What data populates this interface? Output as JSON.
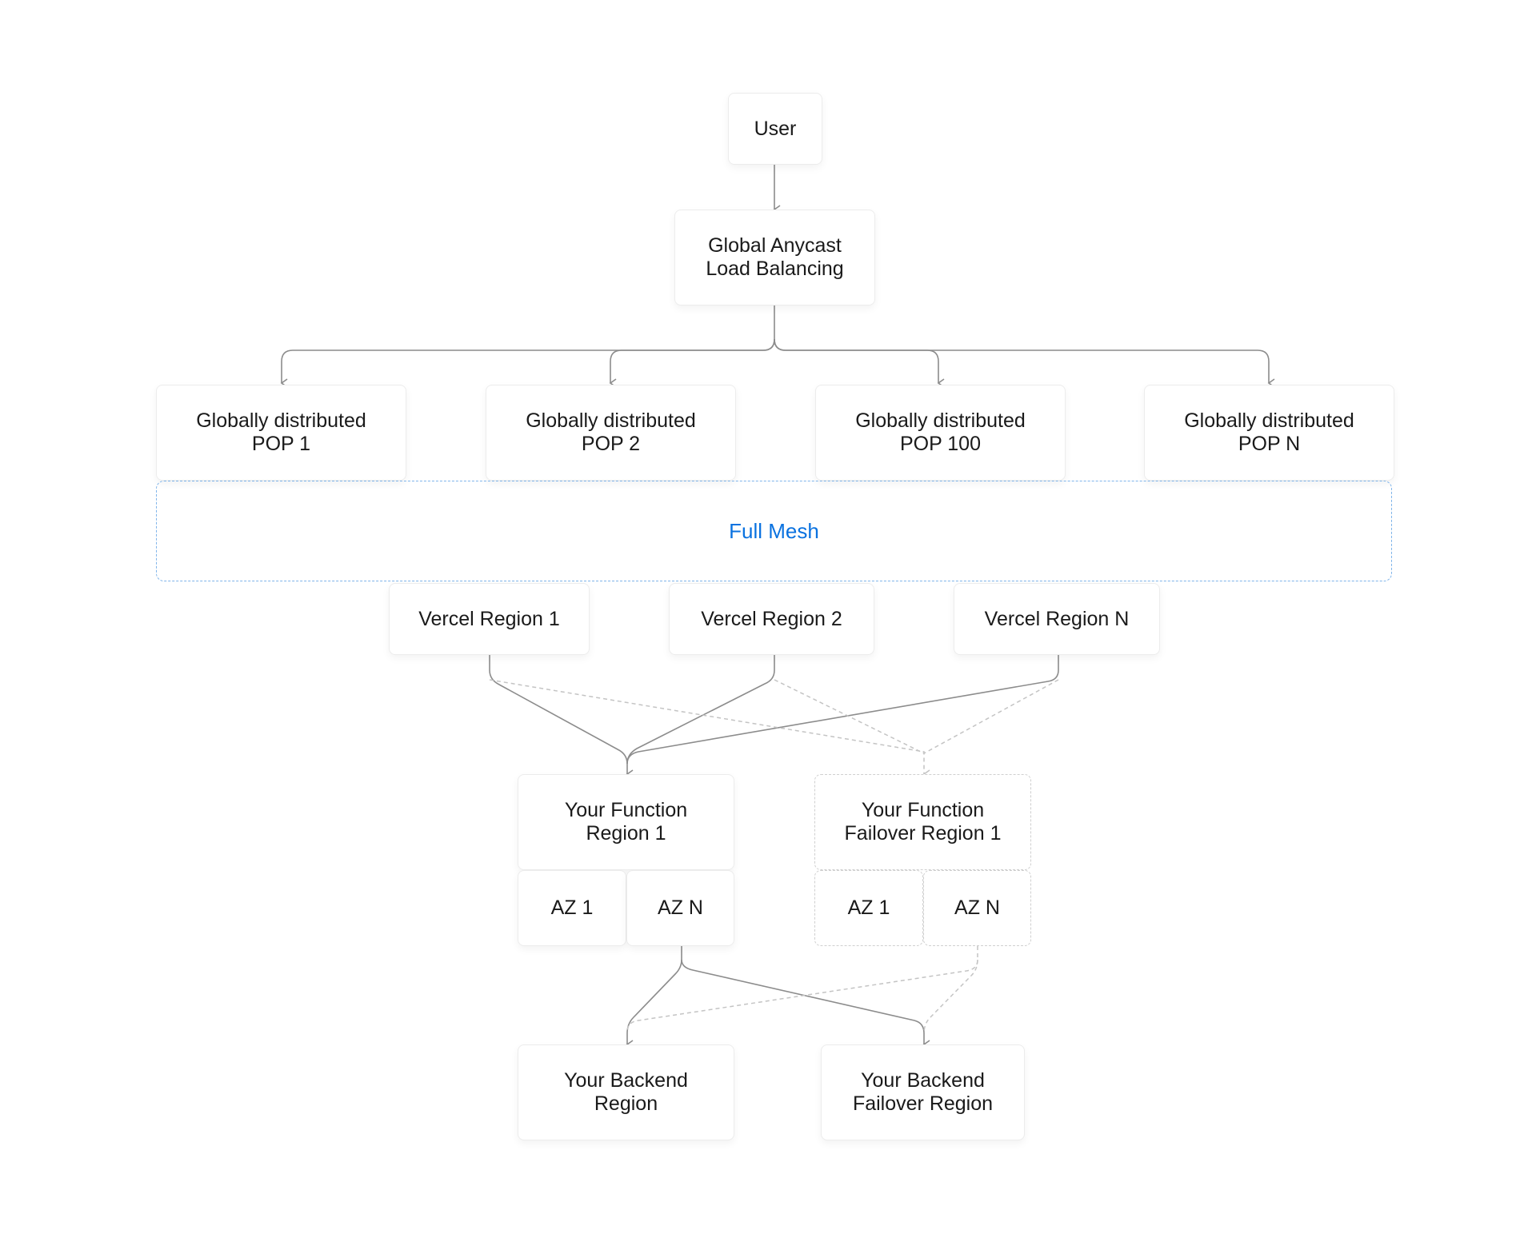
{
  "nodes": {
    "user": "User",
    "anycast": "Global Anycast\nLoad Balancing",
    "pop1": "Globally distributed\nPOP 1",
    "pop2": "Globally distributed\nPOP 2",
    "pop100": "Globally distributed\nPOP 100",
    "popN": "Globally distributed\nPOP N",
    "full_mesh": "Full Mesh",
    "vercel_region_1": "Vercel Region 1",
    "vercel_region_2": "Vercel Region 2",
    "vercel_region_N": "Vercel Region N",
    "function_region": "Your Function\nRegion 1",
    "function_az1": "AZ 1",
    "function_azN": "AZ N",
    "failover_function_region": "Your Function\nFailover Region 1",
    "failover_az1": "AZ 1",
    "failover_azN": "AZ N",
    "backend_region": "Your Backend\nRegion",
    "backend_failover_region": "Your Backend\nFailover Region"
  },
  "colors": {
    "solid_line": "#8c8c8c",
    "dashed_line": "#c4c4c4",
    "mesh_border": "#7fb4ea",
    "mesh_text": "#0a72e0",
    "node_border": "#ececec",
    "text": "#1a1a1a"
  }
}
